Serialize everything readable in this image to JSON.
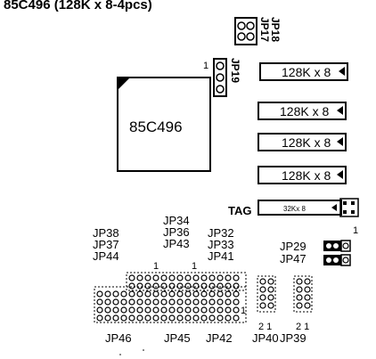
{
  "header_text": "85C496 (128K x 8-4pcs)",
  "chip_label": "85C496",
  "sram_modules": [
    {
      "label": "128K x 8"
    },
    {
      "label": "128K x 8"
    },
    {
      "label": "128K x 8"
    },
    {
      "label": "128K x 8"
    }
  ],
  "tag": {
    "name": "TAG",
    "chip": "32Kx 8"
  },
  "jumper_labels": {
    "jp17": "JP17",
    "jp18": "JP18",
    "jp19": "JP19",
    "jp19_pin1": "1",
    "jp38": "JP38",
    "jp37": "JP37",
    "jp44": "JP44",
    "jp34": "JP34",
    "jp36": "JP36",
    "jp43": "JP43",
    "jp32": "JP32",
    "jp33": "JP33",
    "jp41": "JP41",
    "jp29": "JP29",
    "jp47": "JP47",
    "jp46": "JP46",
    "jp45": "JP45",
    "jp42": "JP42",
    "jp40": "JP40",
    "jp39": "JP39",
    "jp29_pin1": "1",
    "pin1_a": "1",
    "pin1_b": "1",
    "pin1_c": "1",
    "jp40_pins": "2 1",
    "jp39_pins": "2 1"
  }
}
